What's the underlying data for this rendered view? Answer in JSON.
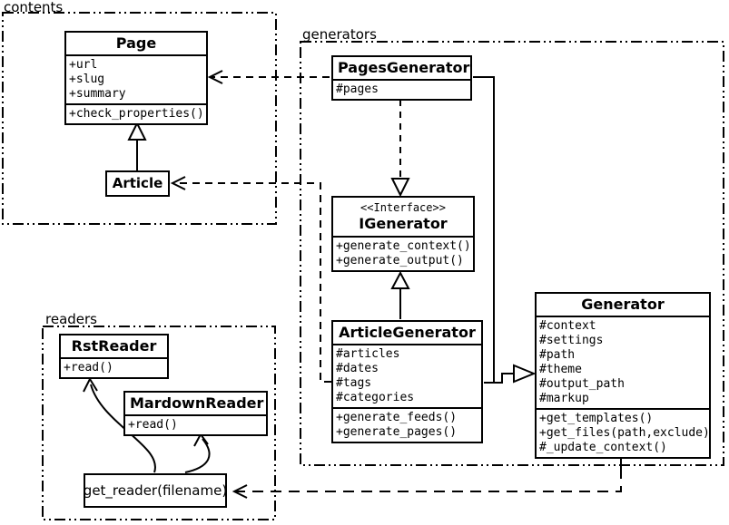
{
  "diagram_title": "UML class diagram",
  "colors": {
    "stroke": "#000000",
    "background": "#ffffff"
  },
  "packages": {
    "contents": {
      "label": "contents"
    },
    "generators": {
      "label": "generators"
    },
    "readers": {
      "label": "readers"
    }
  },
  "classes": {
    "page": {
      "name": "Page",
      "attrs": [
        "+url",
        "+slug",
        "+summary"
      ],
      "methods": [
        "+check_properties()"
      ]
    },
    "article": {
      "name": "Article"
    },
    "pages_generator": {
      "name": "PagesGenerator",
      "attrs": [
        "#pages"
      ]
    },
    "igenerator": {
      "stereotype": "<<Interface>>",
      "name": "IGenerator",
      "methods": [
        "+generate_context()",
        "+generate_output()"
      ]
    },
    "article_generator": {
      "name": "ArticleGenerator",
      "attrs": [
        "#articles",
        "#dates",
        "#tags",
        "#categories"
      ],
      "methods": [
        "+generate_feeds()",
        "+generate_pages()"
      ]
    },
    "generator": {
      "name": "Generator",
      "attrs": [
        "#context",
        "#settings",
        "#path",
        "#theme",
        "#output_path",
        "#markup"
      ],
      "methods": [
        "+get_templates()",
        "+get_files(path,exclude)",
        "#_update_context()"
      ]
    },
    "rst_reader": {
      "name": "RstReader",
      "methods": [
        "+read()"
      ]
    },
    "markdown_reader": {
      "name": "MardownReader",
      "methods": [
        "+read()"
      ]
    },
    "get_reader": {
      "label": "get_reader(filename)"
    }
  },
  "relationships": [
    {
      "from": "Article",
      "to": "Page",
      "type": "generalization"
    },
    {
      "from": "PagesGenerator",
      "to": "Page",
      "type": "dependency"
    },
    {
      "from": "ArticleGenerator",
      "to": "Article",
      "type": "dependency"
    },
    {
      "from": "PagesGenerator",
      "to": "IGenerator",
      "type": "realization"
    },
    {
      "from": "ArticleGenerator",
      "to": "IGenerator",
      "type": "generalization"
    },
    {
      "from": "PagesGenerator",
      "to": "Generator",
      "type": "generalization"
    },
    {
      "from": "ArticleGenerator",
      "to": "Generator",
      "type": "generalization"
    },
    {
      "from": "Generator",
      "to": "get_reader(filename)",
      "type": "dependency"
    },
    {
      "from": "get_reader(filename)",
      "to": "RstReader",
      "type": "arrow"
    },
    {
      "from": "get_reader(filename)",
      "to": "MardownReader",
      "type": "arrow"
    }
  ]
}
